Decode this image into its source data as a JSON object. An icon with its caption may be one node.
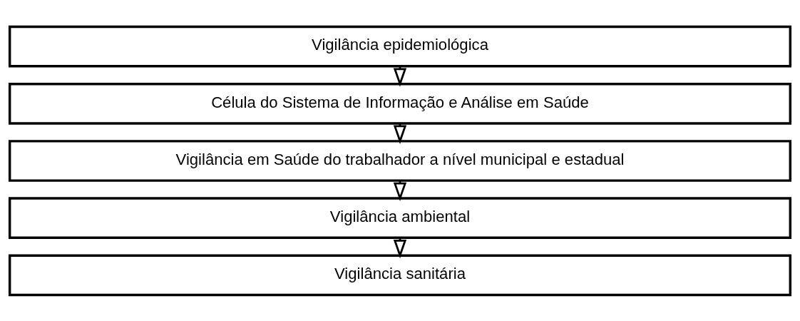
{
  "diagram": {
    "nodes": [
      {
        "text": [
          "Vigilância epidemiológica"
        ]
      },
      {
        "text": [
          "Célula do Sistema de Informação e Análise em Saúde"
        ]
      },
      {
        "text": [
          "Vigilância em Saúde do trabalhador a nível municipal e estadual"
        ]
      },
      {
        "text": [
          "Vigilância ambiental"
        ]
      },
      {
        "text": [
          "Vigilância sanitária"
        ]
      }
    ],
    "edges": [
      {
        "from": 0,
        "to": 1,
        "arrow": "to"
      },
      {
        "from": 1,
        "to": 2,
        "arrow": "to"
      },
      {
        "from": 2,
        "to": 3,
        "arrow": "to"
      },
      {
        "from": 3,
        "to": 4,
        "arrow": "to"
      }
    ]
  }
}
